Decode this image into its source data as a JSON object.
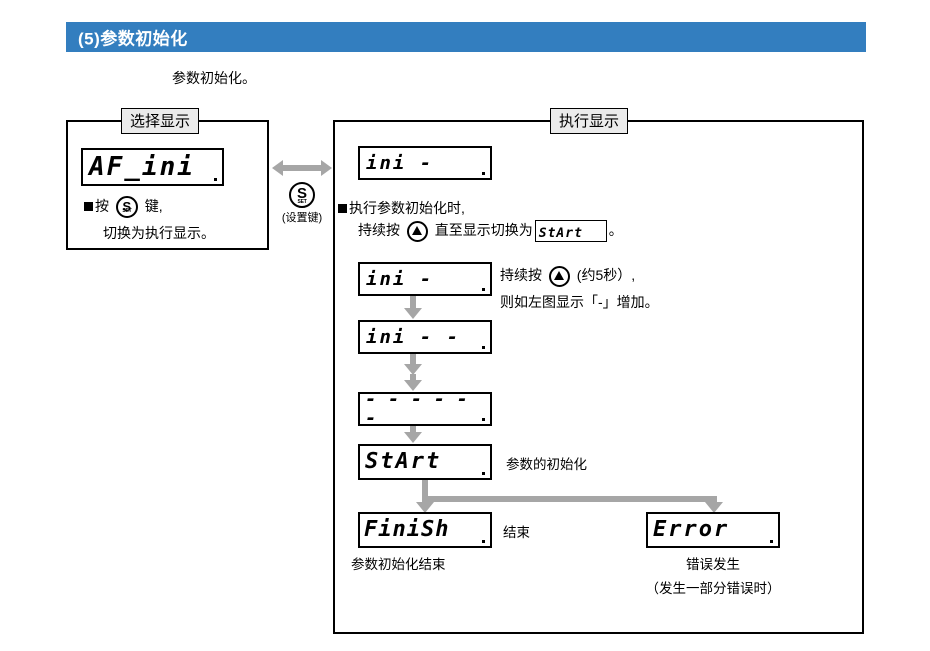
{
  "header": {
    "number": "(5)",
    "title": "(5)参数初始化",
    "intro": "参数初始化。"
  },
  "select_panel": {
    "title": "选择显示",
    "lcd_value": "AF_ini",
    "note_line1_pre": "按",
    "note_line1_post": "键,",
    "note_line2": "切换为执行显示。",
    "key_label": "S",
    "key_sub": "SET"
  },
  "set_key": {
    "label": "S",
    "sub": "SET",
    "caption": "(设置键)"
  },
  "exec_panel": {
    "title": "执行显示",
    "step1_lcd": "ini   -",
    "note1_line1": "执行参数初始化时,",
    "note1_line2_pre": "持续按",
    "note1_line2_mid": "直至显示切换为",
    "note1_inline_lcd": "StArt",
    "note1_line2_post": "。",
    "step2_lcd": "ini   -",
    "note2_line1_pre": "持续按",
    "note2_line1_post": "(约5秒）,",
    "note2_line2": "则如左图显示「-」增加。",
    "step3_lcd": "ini  - -",
    "step4_lcd": "- - - - - -",
    "start_lcd": "StArt",
    "start_caption": "参数的初始化",
    "finish_lcd": "FiniSh",
    "finish_caption": "结束",
    "finish_sub_caption": "参数初始化结束",
    "error_lcd": "Error",
    "error_caption_line1": "错误发生",
    "error_caption_line2": "（发生一部分错误时）"
  },
  "colors": {
    "header_blue": "#337ebf",
    "arrow_gray": "#a6a6a6",
    "title_tab_bg": "#ebebeb"
  }
}
